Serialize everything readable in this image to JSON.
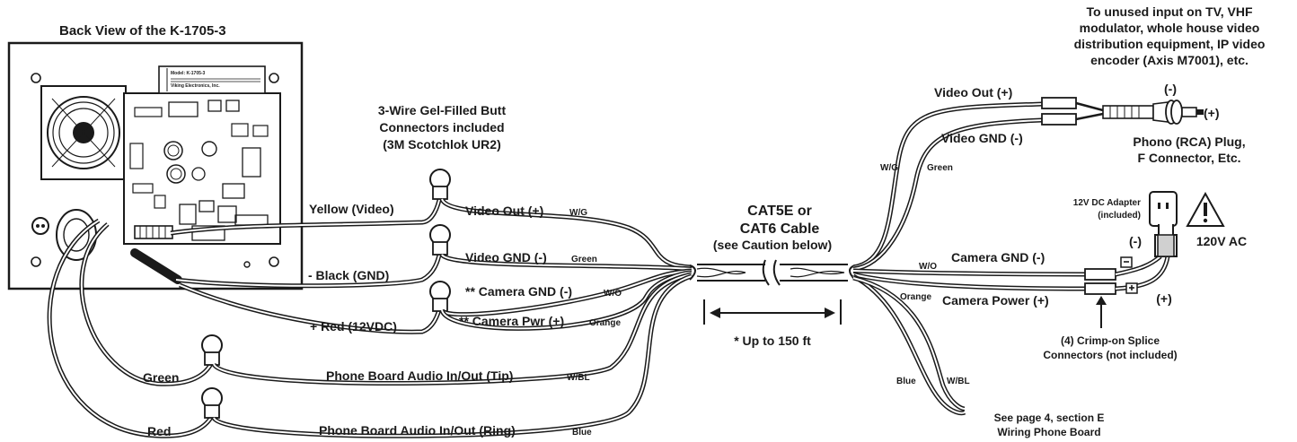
{
  "title": "Back View of the K-1705-3",
  "left_labels": {
    "yellow": "Yellow (Video)",
    "black": "- Black (GND)",
    "red": "+ Red (12VDC)",
    "green": "Green",
    "red2": "Red"
  },
  "connectors_note": [
    "3-Wire Gel-Filled Butt",
    "Connectors included",
    "(3M Scotchlok UR2)"
  ],
  "wire_labels": {
    "video_out": "Video Out (+)",
    "video_out_code": "W/G",
    "video_gnd": "Video GND (-)",
    "video_gnd_code": "Green",
    "camera_gnd": "** Camera GND (-)",
    "camera_gnd_code": "W/O",
    "camera_pwr": "** Camera Pwr (+)",
    "camera_pwr_code": "Orange",
    "tip": "Phone Board Audio In/Out (Tip)",
    "tip_code": "W/BL",
    "ring": "Phone Board Audio In/Out (Ring)",
    "ring_code": "Blue"
  },
  "cable": {
    "line1": "CAT5E or",
    "line2": "CAT6 Cable",
    "line3": "(see Caution below)",
    "length": "* Up to 150 ft"
  },
  "right_labels": {
    "video_out": "Video Out (+)",
    "video_gnd": "Video GND (-)",
    "wg": "W/G",
    "green": "Green",
    "camera_gnd": "Camera GND (-)",
    "camera_power": "Camera Power (+)",
    "wo": "W/O",
    "orange": "Orange",
    "blue": "Blue",
    "wbl": "W/BL"
  },
  "tv_note": [
    "To unused input on TV, VHF",
    "modulator, whole house video",
    "distribution equipment, IP video",
    "encoder (Axis M7001), etc."
  ],
  "minus": "(-)",
  "plus": "(+)",
  "phono": [
    "Phono (RCA) Plug,",
    "F Connector, Etc."
  ],
  "adapter": [
    "12V DC Adapter",
    "(included)"
  ],
  "ac": "120V AC",
  "crimp": [
    "(4) Crimp-on Splice",
    "Connectors (not included)"
  ],
  "see_page": [
    "See page 4, section E",
    "Wiring Phone Board"
  ],
  "pcb_text": [
    "Model: K-1705-3",
    "Viking Electronics, Inc."
  ],
  "colors": {
    "ink": "#1a1a1a",
    "background": "#ffffff"
  }
}
